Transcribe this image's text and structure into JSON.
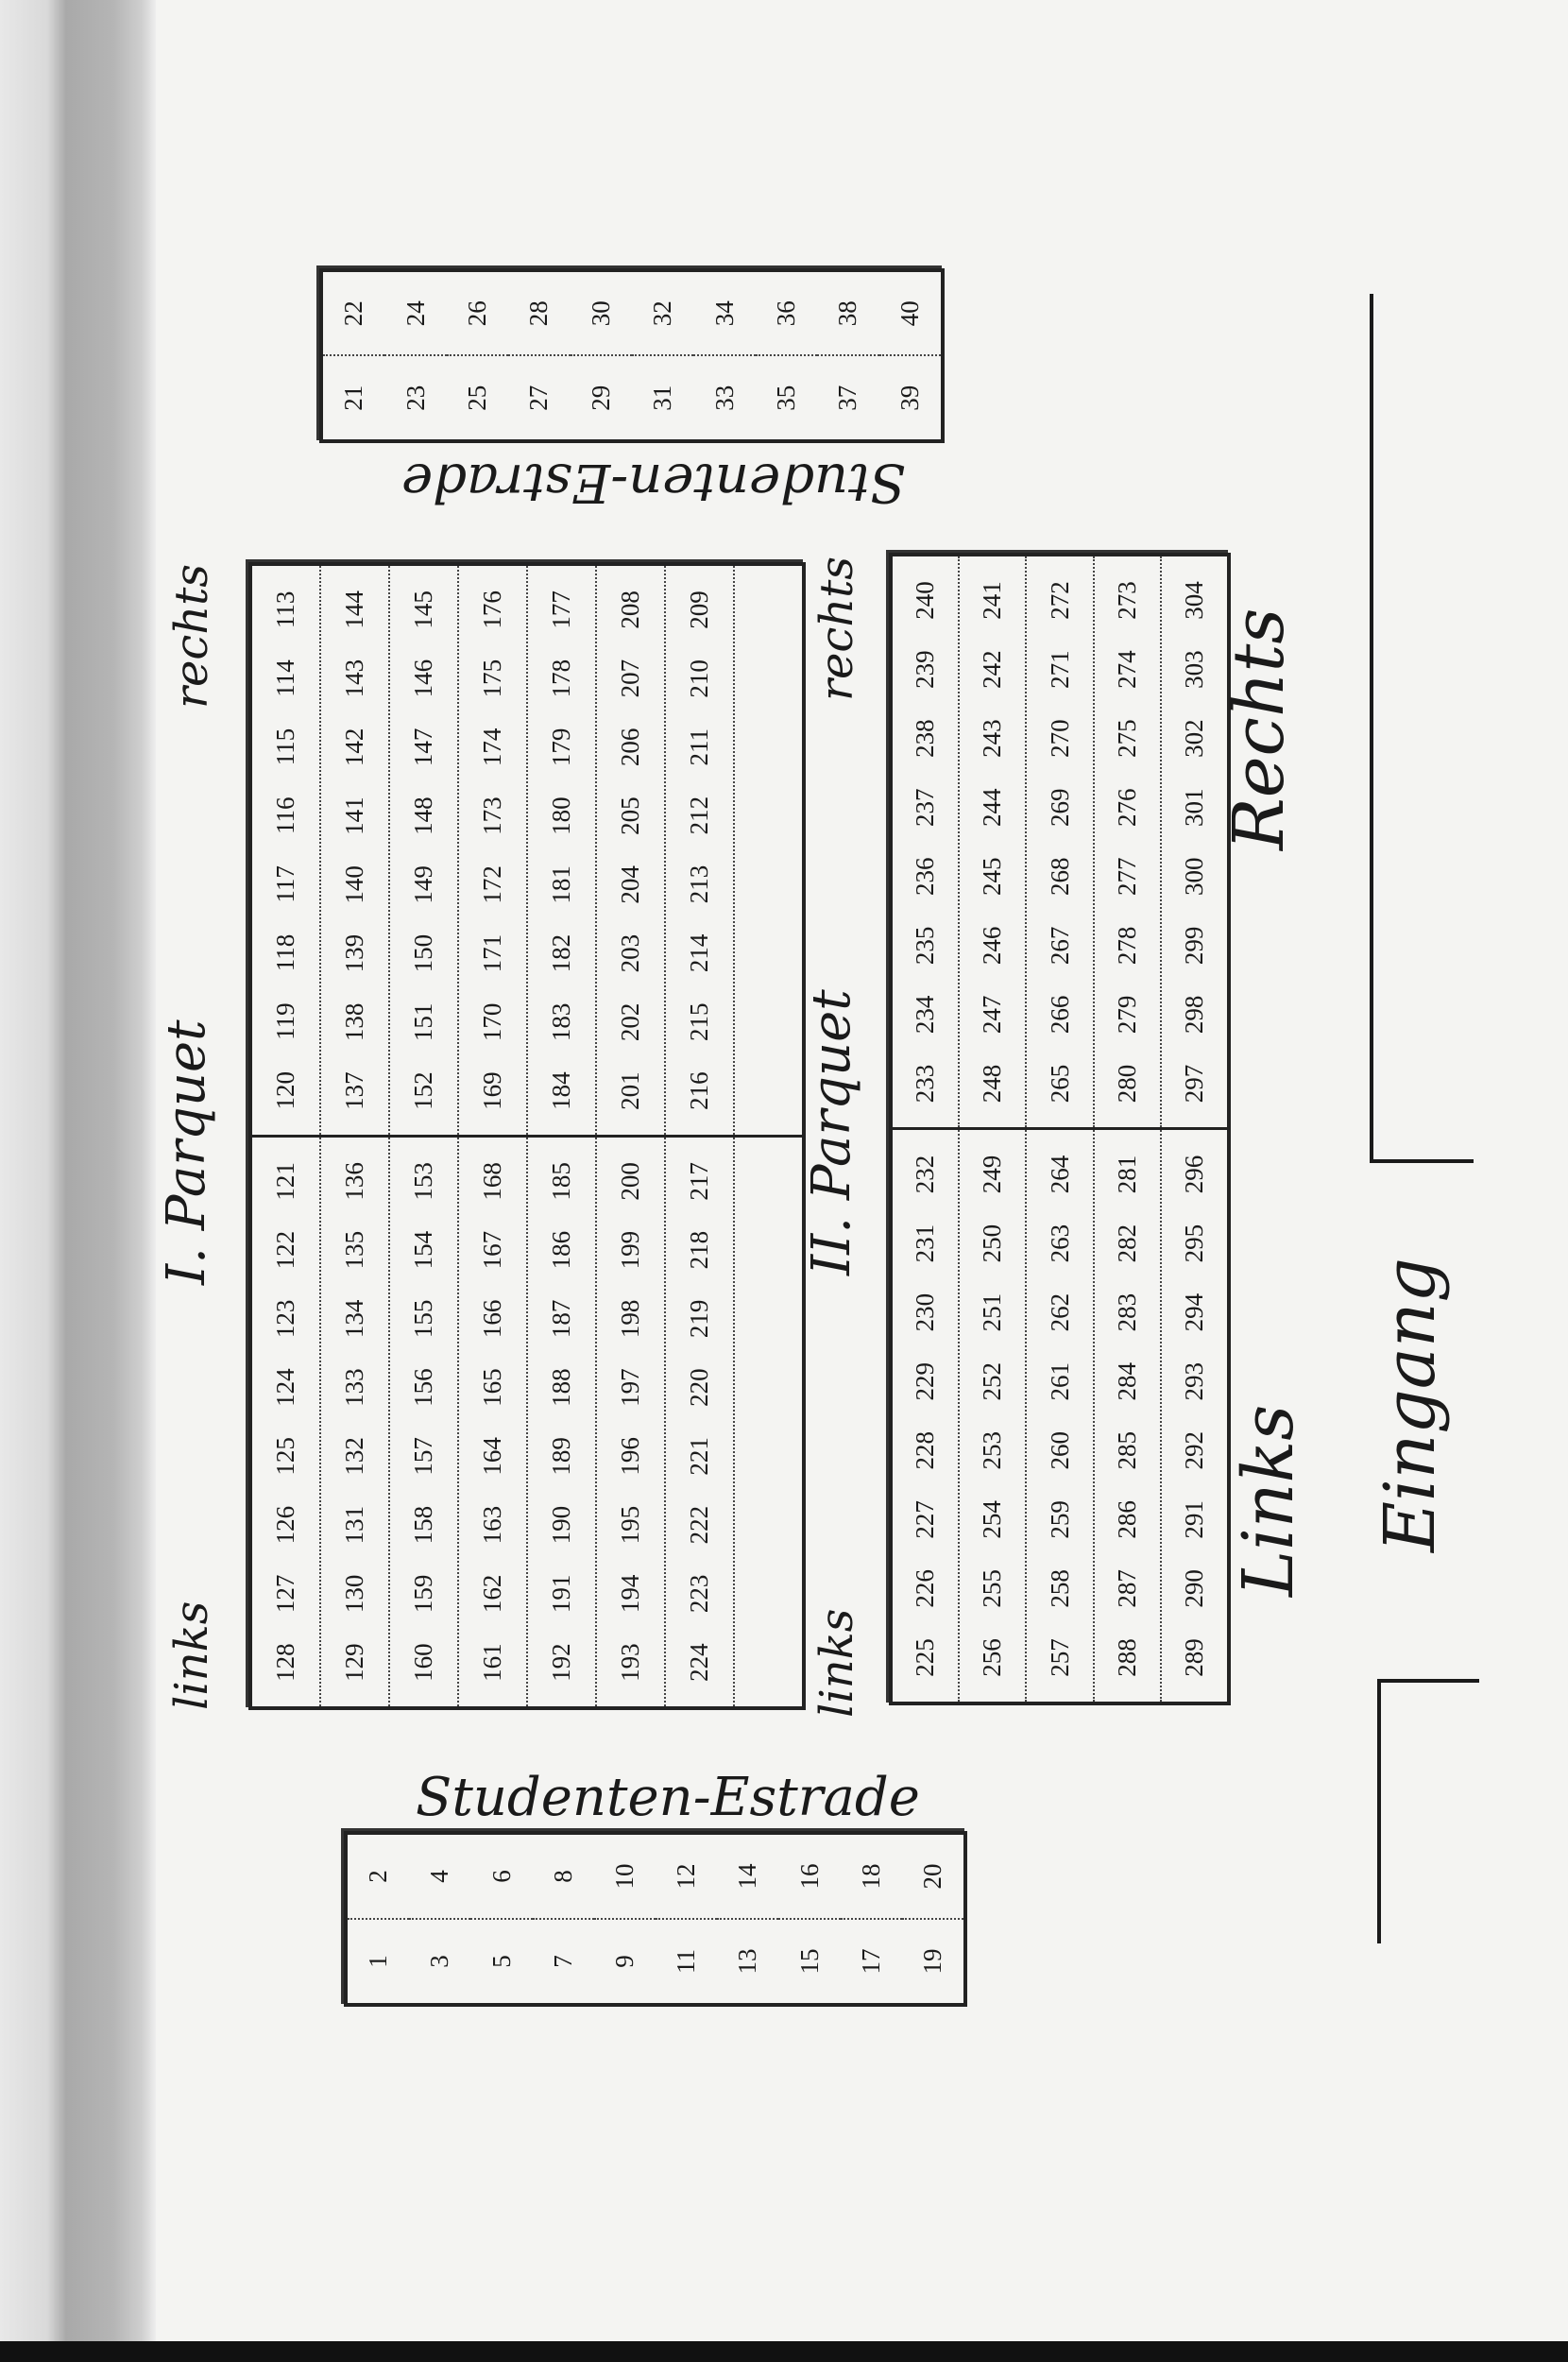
{
  "parquet_1": {
    "left_label": "links",
    "title": "I. Parquet",
    "right_label": "rechts",
    "rows": [
      {
        "left": [
          "128",
          "127",
          "126",
          "125",
          "124",
          "123",
          "122",
          "121"
        ],
        "right": [
          "120",
          "119",
          "118",
          "117",
          "116",
          "115",
          "114",
          "113"
        ]
      },
      {
        "left": [
          "129",
          "130",
          "131",
          "132",
          "133",
          "134",
          "135",
          "136"
        ],
        "right": [
          "137",
          "138",
          "139",
          "140",
          "141",
          "142",
          "143",
          "144"
        ]
      },
      {
        "left": [
          "160",
          "159",
          "158",
          "157",
          "156",
          "155",
          "154",
          "153"
        ],
        "right": [
          "152",
          "151",
          "150",
          "149",
          "148",
          "147",
          "146",
          "145"
        ]
      },
      {
        "left": [
          "161",
          "162",
          "163",
          "164",
          "165",
          "166",
          "167",
          "168"
        ],
        "right": [
          "169",
          "170",
          "171",
          "172",
          "173",
          "174",
          "175",
          "176"
        ]
      },
      {
        "left": [
          "192",
          "191",
          "190",
          "189",
          "188",
          "187",
          "186",
          "185"
        ],
        "right": [
          "184",
          "183",
          "182",
          "181",
          "180",
          "179",
          "178",
          "177"
        ]
      },
      {
        "left": [
          "193",
          "194",
          "195",
          "196",
          "197",
          "198",
          "199",
          "200"
        ],
        "right": [
          "201",
          "202",
          "203",
          "204",
          "205",
          "206",
          "207",
          "208"
        ]
      },
      {
        "left": [
          "224",
          "223",
          "222",
          "221",
          "220",
          "219",
          "218",
          "217"
        ],
        "right": [
          "216",
          "215",
          "214",
          "213",
          "212",
          "211",
          "210",
          "209"
        ]
      },
      {
        "left": [],
        "right": []
      }
    ]
  },
  "parquet_2": {
    "left_label": "links",
    "title": "II. Parquet",
    "right_label": "rechts",
    "rows": [
      {
        "left": [
          "225",
          "226",
          "227",
          "228",
          "229",
          "230",
          "231",
          "232"
        ],
        "right": [
          "233",
          "234",
          "235",
          "236",
          "237",
          "238",
          "239",
          "240"
        ]
      },
      {
        "left": [
          "256",
          "255",
          "254",
          "253",
          "252",
          "251",
          "250",
          "249"
        ],
        "right": [
          "248",
          "247",
          "246",
          "245",
          "244",
          "243",
          "242",
          "241"
        ]
      },
      {
        "left": [
          "257",
          "258",
          "259",
          "260",
          "261",
          "262",
          "263",
          "264"
        ],
        "right": [
          "265",
          "266",
          "267",
          "268",
          "269",
          "270",
          "271",
          "272"
        ]
      },
      {
        "left": [
          "288",
          "287",
          "286",
          "285",
          "284",
          "283",
          "282",
          "281"
        ],
        "right": [
          "280",
          "279",
          "278",
          "277",
          "276",
          "275",
          "274",
          "273"
        ]
      },
      {
        "left": [
          "289",
          "290",
          "291",
          "292",
          "293",
          "294",
          "295",
          "296"
        ],
        "right": [
          "297",
          "298",
          "299",
          "300",
          "301",
          "302",
          "303",
          "304"
        ]
      }
    ]
  },
  "estrade_upper": {
    "title": "Studenten-Estrade",
    "rows": [
      [
        "21",
        "22"
      ],
      [
        "23",
        "24"
      ],
      [
        "25",
        "26"
      ],
      [
        "27",
        "28"
      ],
      [
        "29",
        "30"
      ],
      [
        "31",
        "32"
      ],
      [
        "33",
        "34"
      ],
      [
        "35",
        "36"
      ],
      [
        "37",
        "38"
      ],
      [
        "39",
        "40"
      ]
    ]
  },
  "estrade_lower": {
    "title": "Studenten-Estrade",
    "rows": [
      [
        "1",
        "2"
      ],
      [
        "3",
        "4"
      ],
      [
        "5",
        "6"
      ],
      [
        "7",
        "8"
      ],
      [
        "9",
        "10"
      ],
      [
        "11",
        "12"
      ],
      [
        "13",
        "14"
      ],
      [
        "15",
        "16"
      ],
      [
        "17",
        "18"
      ],
      [
        "19",
        "20"
      ]
    ]
  },
  "hall": {
    "links": "Links",
    "rechts": "Rechts",
    "entrance": "Eingang"
  }
}
